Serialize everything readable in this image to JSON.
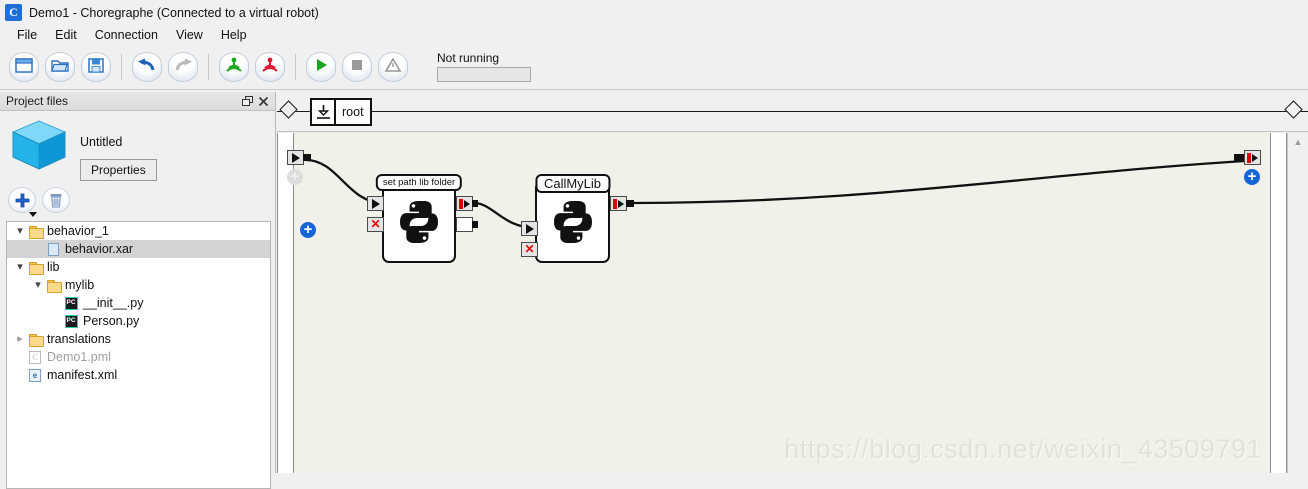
{
  "window": {
    "app_icon_letter": "C",
    "title": "Demo1 - Choregraphe (Connected to a virtual robot)"
  },
  "menubar": {
    "items": [
      {
        "label": "File"
      },
      {
        "label": "Edit"
      },
      {
        "label": "Connection"
      },
      {
        "label": "View"
      },
      {
        "label": "Help"
      }
    ]
  },
  "toolbar": {
    "buttons": [
      {
        "name": "new-icon",
        "tooltip": "New"
      },
      {
        "name": "open-icon",
        "tooltip": "Open"
      },
      {
        "name": "save-icon",
        "tooltip": "Save"
      },
      {
        "name": "undo-icon",
        "tooltip": "Undo"
      },
      {
        "name": "redo-icon",
        "tooltip": "Redo"
      },
      {
        "name": "connect-icon",
        "tooltip": "Connect"
      },
      {
        "name": "disconnect-icon",
        "tooltip": "Disconnect"
      },
      {
        "name": "play-icon",
        "tooltip": "Play"
      },
      {
        "name": "stop-icon",
        "tooltip": "Stop"
      },
      {
        "name": "warning-icon",
        "tooltip": "Warning"
      }
    ],
    "status_label": "Not running",
    "progress_value": ""
  },
  "project_panel": {
    "title": "Project files",
    "project_name": "Untitled",
    "properties_button": "Properties",
    "tree": [
      {
        "label": "behavior_1",
        "indent": 0,
        "twisty": "expanded",
        "icon": "folder-icon",
        "selected": false,
        "dim": false
      },
      {
        "label": "behavior.xar",
        "indent": 1,
        "twisty": "none",
        "icon": "file-icon",
        "selected": true,
        "dim": false
      },
      {
        "label": "lib",
        "indent": 0,
        "twisty": "expanded",
        "icon": "folder-icon",
        "selected": false,
        "dim": false
      },
      {
        "label": "mylib",
        "indent": 1,
        "twisty": "expanded",
        "icon": "folder-icon",
        "selected": false,
        "dim": false
      },
      {
        "label": "__init__.py",
        "indent": 2,
        "twisty": "none",
        "icon": "pycharm-icon",
        "selected": false,
        "dim": false
      },
      {
        "label": "Person.py",
        "indent": 2,
        "twisty": "none",
        "icon": "pycharm-icon",
        "selected": false,
        "dim": false
      },
      {
        "label": "translations",
        "indent": 0,
        "twisty": "collapsed",
        "icon": "folder-icon",
        "selected": false,
        "dim": false
      },
      {
        "label": "Demo1.pml",
        "indent": 0,
        "twisty": "none",
        "icon": "pml-icon",
        "selected": false,
        "dim": true
      },
      {
        "label": "manifest.xml",
        "indent": 0,
        "twisty": "none",
        "icon": "xml-icon",
        "selected": false,
        "dim": false
      }
    ]
  },
  "breadcrumb": {
    "root_label": "root"
  },
  "flow": {
    "boxes": [
      {
        "label": "set path lib folder",
        "label_size": "small"
      },
      {
        "label": "CallMyLib",
        "label_size": "big"
      }
    ]
  },
  "watermark": "https://blog.csdn.net/weixin_43509791",
  "colors": {
    "accent_blue": "#1565d8",
    "error_red": "#e00000",
    "canvas_bg": "#f1f1e9",
    "chrome_bg": "#f0f0f0",
    "folder_yellow": "#fbd98a",
    "pycharm_green": "#21d6a4"
  }
}
